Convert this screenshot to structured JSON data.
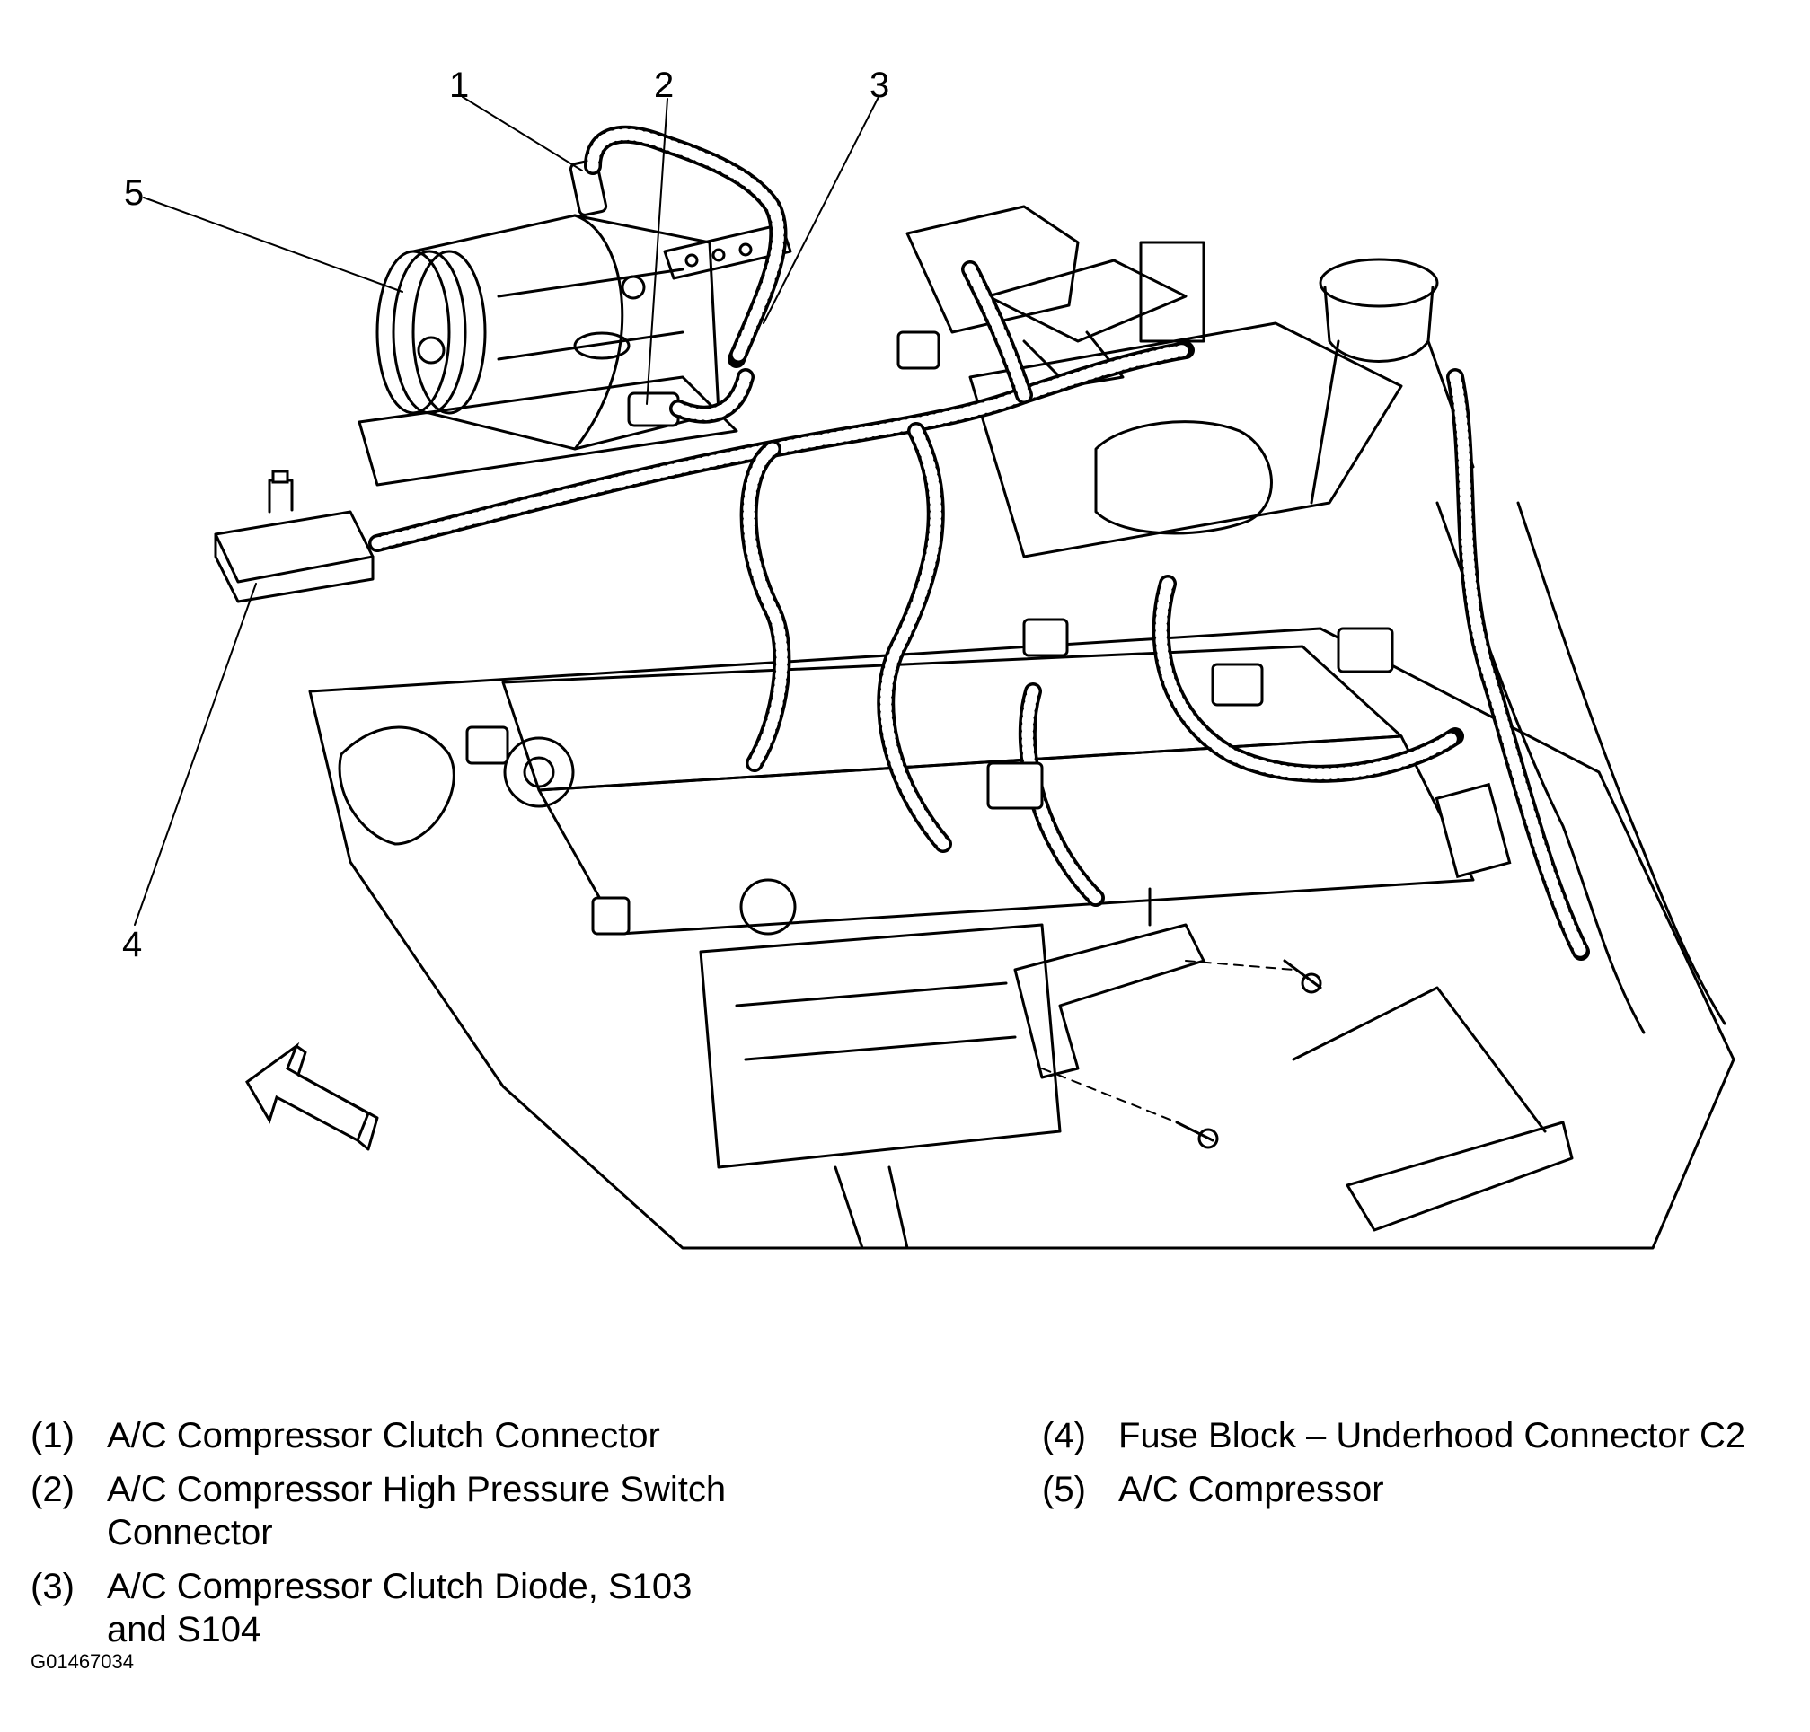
{
  "callouts": [
    "1",
    "2",
    "3",
    "4",
    "5"
  ],
  "legend": {
    "left": [
      {
        "num": "(1)",
        "text": "A/C Compressor Clutch Connector"
      },
      {
        "num": "(2)",
        "text": "A/C Compressor High Pressure Switch Connector"
      },
      {
        "num": "(3)",
        "text": "A/C Compressor Clutch Diode, S103 and S104"
      }
    ],
    "right": [
      {
        "num": "(4)",
        "text": "Fuse Block – Underhood Connector C2"
      },
      {
        "num": "(5)",
        "text": "A/C Compressor"
      }
    ]
  },
  "figure_id": "G01467034",
  "icons": [
    "front-direction-arrow-icon"
  ]
}
